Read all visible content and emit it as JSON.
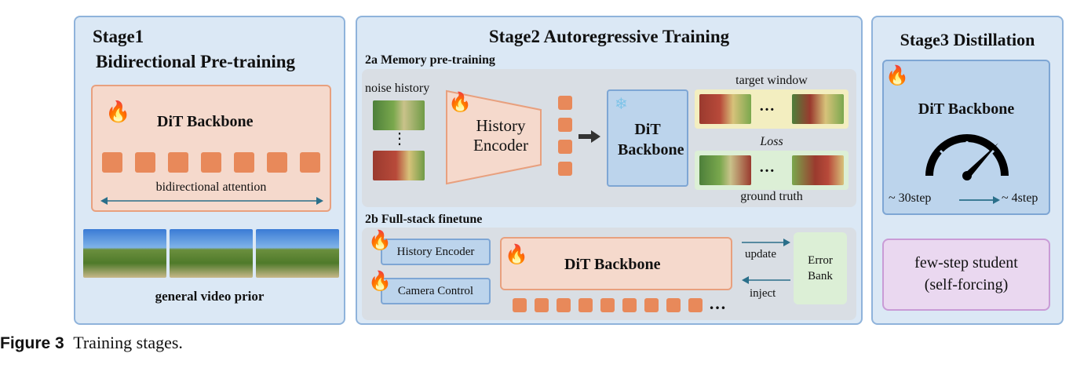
{
  "stage1": {
    "title": "Stage1",
    "subtitle": "Bidirectional Pre-training",
    "backbone": "DiT Backbone",
    "attention": "bidirectional attention",
    "prior": "general video prior"
  },
  "stage2": {
    "title": "Stage2 Autoregressive Training",
    "a": {
      "title": "2a Memory pre-training",
      "noise_history": "noise history",
      "vdots": "⋮",
      "encoder": "History Encoder",
      "backbone": "DiT Backbone",
      "target": "target window",
      "loss": "Loss",
      "gt": "ground truth",
      "dots": "…"
    },
    "b": {
      "title": "2b Full-stack finetune",
      "history_encoder": "History Encoder",
      "camera_control": "Camera Control",
      "backbone": "DiT Backbone",
      "dots": "…",
      "update": "update",
      "inject": "inject",
      "error_bank": "Error Bank"
    }
  },
  "stage3": {
    "title": "Stage3 Distillation",
    "backbone": "DiT Backbone",
    "from": "~ 30step",
    "to": "~ 4step",
    "student_line1": "few-step student",
    "student_line2": "(self-forcing)"
  },
  "caption": {
    "label": "Figure 3",
    "text": "Training stages."
  },
  "icons": {
    "trainable": "flame-icon",
    "frozen": "snowflake-icon",
    "speed": "speedometer-icon"
  },
  "colors": {
    "panel_bg": "#dbe8f5",
    "panel_border": "#8fb3db",
    "token": "#e8895a",
    "backbone_bg": "#f5d9cc",
    "student_bg": "#ead8f0",
    "error_bank_bg": "#dcefd6"
  }
}
